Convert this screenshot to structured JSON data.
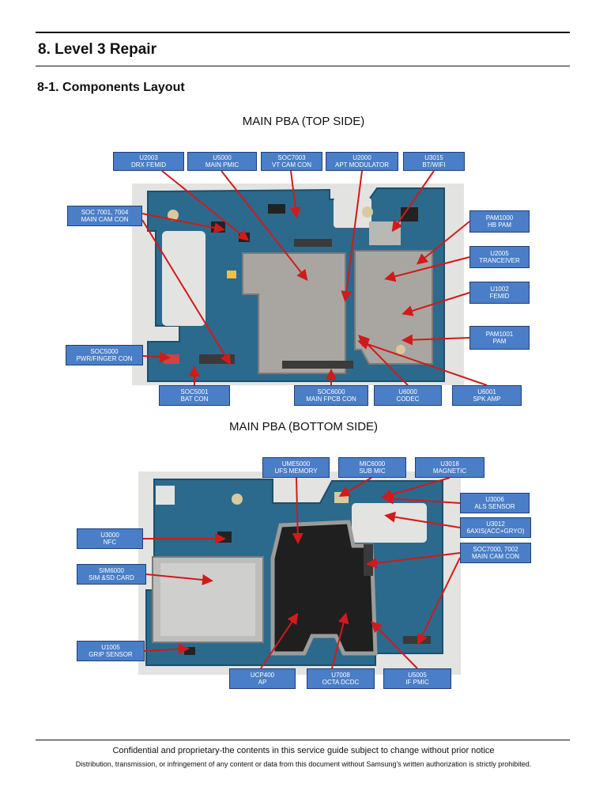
{
  "header": {
    "section_title": "8. Level 3 Repair",
    "subsection_title": "8-1. Components Layout"
  },
  "top_side": {
    "caption": "MAIN PBA (TOP SIDE)",
    "callouts": [
      {
        "code": "U2003",
        "desc": "DRX FEMID"
      },
      {
        "code": "U5000",
        "desc": "MAIN PMIC"
      },
      {
        "code": "SOC7003",
        "desc": "VT CAM CON"
      },
      {
        "code": "U2000",
        "desc": "APT MODULATOR"
      },
      {
        "code": "U3015",
        "desc": "BT/WIFI"
      },
      {
        "code": "SOC 7001, 7004",
        "desc": "MAIN CAM CON"
      },
      {
        "code": "PAM1000",
        "desc": "HB PAM"
      },
      {
        "code": "U2005",
        "desc": "TRANCEIVER"
      },
      {
        "code": "U1002",
        "desc": "FEMID"
      },
      {
        "code": "PAM1001",
        "desc": "PAM"
      },
      {
        "code": "SOC5000",
        "desc": "PWR/FINGER CON"
      },
      {
        "code": "SOC5001",
        "desc": "BAT CON"
      },
      {
        "code": "SOC6000",
        "desc": "MAIN FPCB CON"
      },
      {
        "code": "U6000",
        "desc": "CODEC"
      },
      {
        "code": "U6001",
        "desc": "SPK AMP"
      }
    ]
  },
  "bottom_side": {
    "caption": "MAIN PBA (BOTTOM SIDE)",
    "callouts": [
      {
        "code": "UME5000",
        "desc": "UFS MEMORY"
      },
      {
        "code": "MIC6000",
        "desc": "SUB MIC"
      },
      {
        "code": "U3018",
        "desc": "MAGNETIC"
      },
      {
        "code": "U3006",
        "desc": "ALS SENSOR"
      },
      {
        "code": "U3012",
        "desc": "6AXIS(ACC+GRYO)"
      },
      {
        "code": "SOC7000, 7002",
        "desc": "MAIN CAM CON"
      },
      {
        "code": "U3000",
        "desc": "NFC"
      },
      {
        "code": "SIM6000",
        "desc": "SIM &SD CARD"
      },
      {
        "code": "U1005",
        "desc": "GRIP SENSOR"
      },
      {
        "code": "UCP400",
        "desc": "AP"
      },
      {
        "code": "U7008",
        "desc": "OCTA DCDC"
      },
      {
        "code": "U5005",
        "desc": "IF PMIC"
      }
    ]
  },
  "footer": {
    "line1": "Confidential and proprietary-the contents in this service guide subject to change without prior notice",
    "line2": "Distribution, transmission, or infringement of any content or data from this document without Samsung's written authorization is strictly prohibited."
  },
  "colors": {
    "callout_fill": "#4a7ec7",
    "arrow": "#d11a1a",
    "board": "#2b6a8c",
    "shield": "#a9a6a1"
  }
}
